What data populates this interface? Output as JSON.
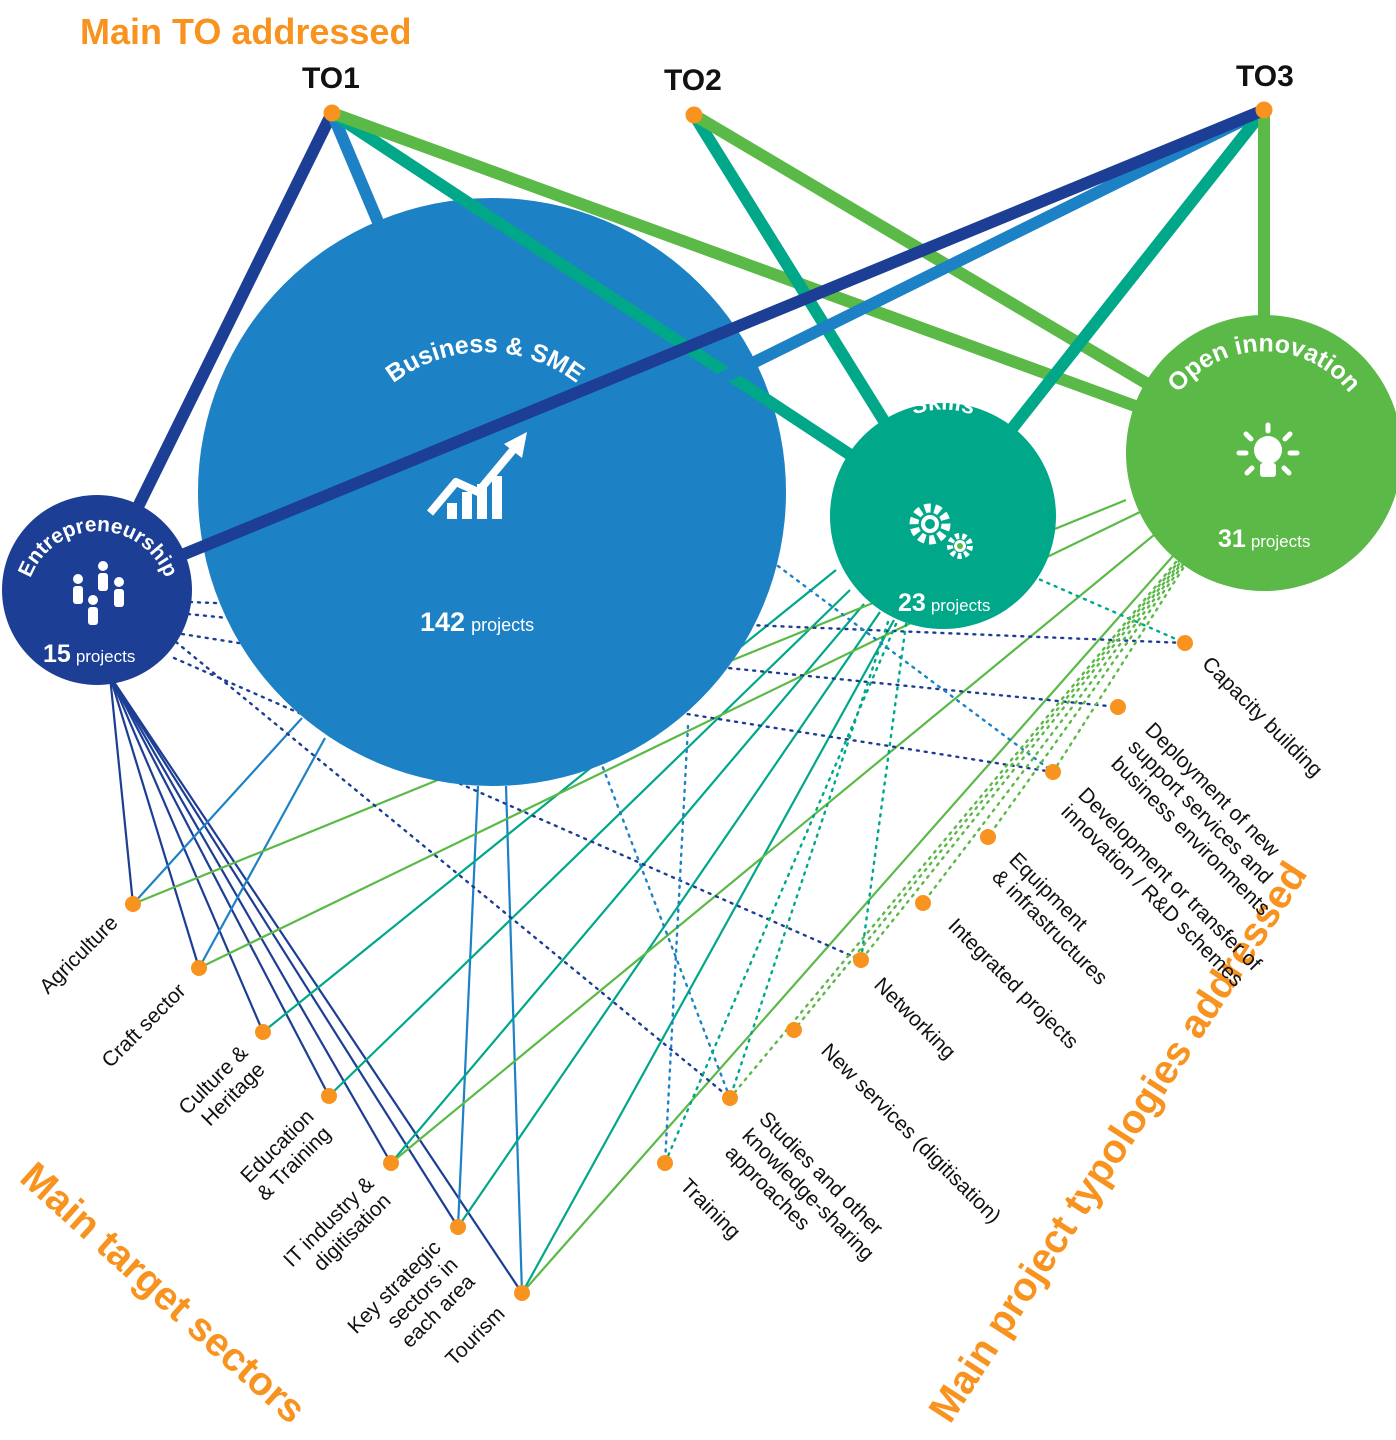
{
  "titles": {
    "top": "Main TO addressed",
    "left": "Main target sectors",
    "right": "Main project typologies addressed"
  },
  "objectives": [
    "TO1",
    "TO2",
    "TO3"
  ],
  "themes": {
    "business": {
      "title": "Business & SME",
      "count": "142",
      "unit": "projects",
      "icon": "growth-chart-icon",
      "color": "#1c81c5"
    },
    "entrepreneurship": {
      "title": "Entrepreneurship",
      "count": "15",
      "unit": "projects",
      "icon": "people-icon",
      "color": "#1c3e94"
    },
    "skills": {
      "title": "Skills",
      "count": "23",
      "unit": "projects",
      "icon": "gears-icon",
      "color": "#00a789"
    },
    "open_innovation": {
      "title": "Open innovation",
      "count": "31",
      "unit": "projects",
      "icon": "lightbulb-icon",
      "color": "#5bb947"
    }
  },
  "accent_color": "#f7931e",
  "sectors": [
    "Agriculture",
    "Craft sector",
    "Culture & Heritage",
    "Education & Training",
    "IT industry & digitisation",
    "Key strategic sectors in each area",
    "Tourism"
  ],
  "typologies": [
    "Capacity building",
    "Deployment of new support services and business environments",
    "Development or transfer of innovation / R&D schemes",
    "Equipment & infrastructures",
    "Integrated projects",
    "Networking",
    "New services (digitisation)",
    "Studies and other knowledge-sharing approaches",
    "Training"
  ]
}
